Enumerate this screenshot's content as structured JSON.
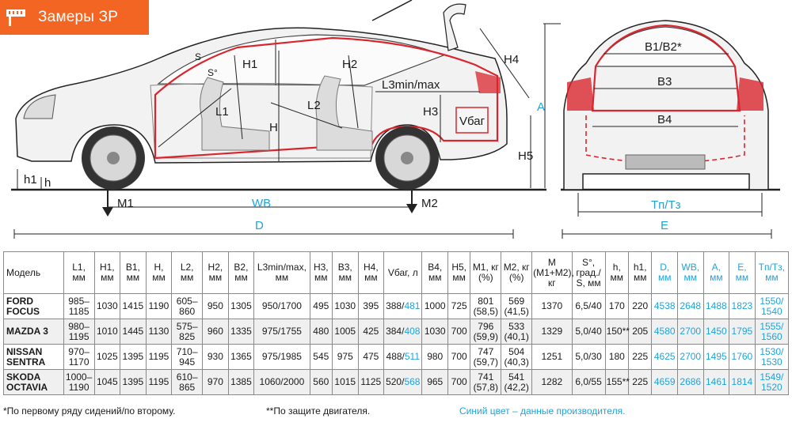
{
  "badge": {
    "title": "Замеры ЗР",
    "icon": "ruler-icon",
    "color": "#f26522"
  },
  "colors": {
    "accent_red": "#d9262e",
    "manufacturer_blue": "#1fa3d9"
  },
  "side_view": {
    "labels": {
      "s": "S",
      "s_deg": "S°",
      "l1": "L1",
      "h1_seat": "H1",
      "h2": "H2",
      "l2": "L2",
      "h4": "H4",
      "l3": "L3min/max",
      "h3": "H3",
      "h": "H",
      "v_bag": "Vбаг",
      "h5": "H5",
      "a": "A",
      "h1_ground": "h1",
      "h_ground": "h",
      "m1": "M1",
      "m2": "M2",
      "wb": "WB",
      "d": "D"
    }
  },
  "rear_view": {
    "labels": {
      "b1b2": "B1/B2*",
      "b3": "B3",
      "b4": "B4",
      "tp": "Tп/Tз",
      "e": "E"
    }
  },
  "table": {
    "headers": [
      "Модель",
      "L1, мм",
      "H1, мм",
      "B1, мм",
      "H, мм",
      "L2, мм",
      "H2, мм",
      "B2, мм",
      "L3min/max, мм",
      "H3, мм",
      "B3, мм",
      "H4, мм",
      "Vбаг, л",
      "B4, мм",
      "H5, мм",
      "M1, кг (%)",
      "M2, кг (%)",
      "M (M1+M2), кг",
      "S°, град./ S, мм",
      "h, мм",
      "h1, мм",
      "D, мм",
      "WB, мм",
      "A, мм",
      "E, мм",
      "Tп/Tз, мм"
    ],
    "rows": [
      {
        "model": "FORD FOCUS",
        "L1": "985–1185",
        "H1": "1030",
        "B1": "1415",
        "H": "1190",
        "L2": "605–860",
        "H2": "950",
        "B2": "1305",
        "L3": "950/1700",
        "H3": "495",
        "B3": "1030",
        "H4": "395",
        "Vbag_a": "388/",
        "Vbag_b": "481",
        "B4": "1000",
        "H5": "725",
        "M1": "801 (58,5)",
        "M2": "569 (41,5)",
        "M": "1370",
        "S": "6,5/40",
        "h": "170",
        "h1": "220",
        "D": "4538",
        "WB": "2648",
        "A": "1488",
        "E": "1823",
        "T": "1550/ 1540"
      },
      {
        "model": "MAZDA 3",
        "L1": "980–1195",
        "H1": "1010",
        "B1": "1445",
        "H": "1130",
        "L2": "575–825",
        "H2": "960",
        "B2": "1335",
        "L3": "975/1755",
        "H3": "480",
        "B3": "1005",
        "H4": "425",
        "Vbag_a": "384/",
        "Vbag_b": "408",
        "B4": "1030",
        "H5": "700",
        "M1": "796 (59,9)",
        "M2": "533 (40,1)",
        "M": "1329",
        "S": "5,0/40",
        "h": "150**",
        "h1": "205",
        "D": "4580",
        "WB": "2700",
        "A": "1450",
        "E": "1795",
        "T": "1555/ 1560"
      },
      {
        "model": "NISSAN SENTRA",
        "L1": "970–1170",
        "H1": "1025",
        "B1": "1395",
        "H": "1195",
        "L2": "710–945",
        "H2": "930",
        "B2": "1365",
        "L3": "975/1985",
        "H3": "545",
        "B3": "975",
        "H4": "475",
        "Vbag_a": "488/",
        "Vbag_b": "511",
        "B4": "980",
        "H5": "700",
        "M1": "747 (59,7)",
        "M2": "504 (40,3)",
        "M": "1251",
        "S": "5,0/30",
        "h": "180",
        "h1": "225",
        "D": "4625",
        "WB": "2700",
        "A": "1495",
        "E": "1760",
        "T": "1530/ 1530"
      },
      {
        "model": "SKODA OCTAVIA",
        "L1": "1000–1190",
        "H1": "1045",
        "B1": "1395",
        "H": "1195",
        "L2": "610–865",
        "H2": "970",
        "B2": "1385",
        "L3": "1060/2000",
        "H3": "560",
        "B3": "1015",
        "H4": "1125",
        "Vbag_a": "520/",
        "Vbag_b": "568",
        "B4": "965",
        "H5": "700",
        "M1": "741 (57,8)",
        "M2": "541 (42,2)",
        "M": "1282",
        "S": "6,0/55",
        "h": "155**",
        "h1": "225",
        "D": "4659",
        "WB": "2686",
        "A": "1461",
        "E": "1814",
        "T": "1549/ 1520"
      }
    ]
  },
  "footnotes": {
    "first": "*По первому ряду сидений/по второму.",
    "second": "**По защите двигателя.",
    "blue": "Синий цвет – данные производителя."
  }
}
